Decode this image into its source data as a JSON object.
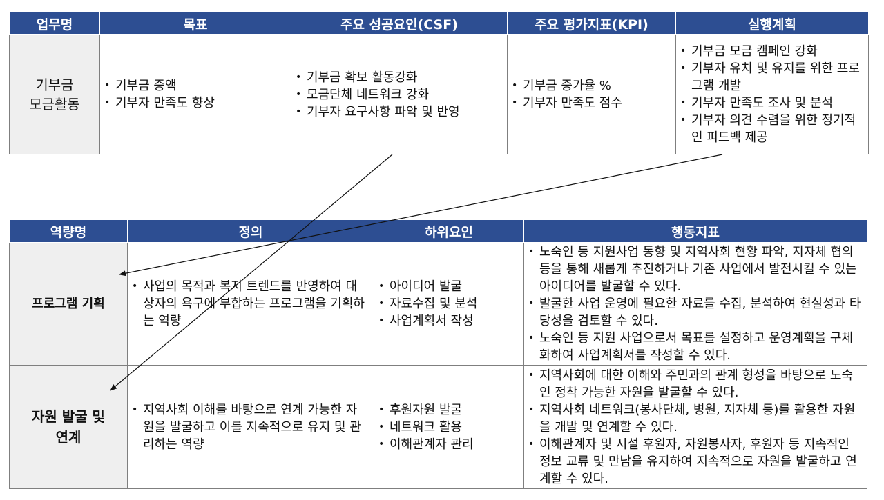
{
  "table1": {
    "headers": [
      "업무명",
      "목표",
      "주요 성공요인(CSF)",
      "주요 평가지표(KPI)",
      "실행계획"
    ],
    "row": {
      "task_line1": "기부금",
      "task_line2": "모금활동",
      "goals": [
        "기부금 증액",
        "기부자 만족도 향상"
      ],
      "csf": [
        "기부금 확보 활동강화",
        "모금단체 네트워크 강화",
        "기부자 요구사항 파악 및 반영"
      ],
      "kpi": [
        "기부금 증가율 %",
        "기부자 만족도 점수"
      ],
      "plans": [
        "기부금 모금 캠페인 강화",
        "기부자 유치 및 유지를 위한 프로그램 개발",
        "기부자 만족도 조사 및 분석",
        "기부자 의견 수렴을 위한 정기적인 피드백 제공"
      ]
    }
  },
  "table2": {
    "headers": [
      "역량명",
      "정의",
      "하위요인",
      "행동지표"
    ],
    "rows": [
      {
        "name": "프로그램 기획",
        "definition": "사업의 목적과 복지 트렌드를 반영하여 대상자의 욕구에 부합하는 프로그램을 기획하는 역량",
        "factors": [
          "아이디어 발굴",
          "자료수집 및 분석",
          "사업계획서 작성"
        ],
        "indicators": [
          "노숙인 등 지원사업 동향 및 지역사회 현황 파악, 지자체 협의 등을 통해 새롭게 추진하거나 기존 사업에서 발전시킬 수 있는 아이디어를 발굴할 수 있다.",
          "발굴한 사업 운영에 필요한 자료를 수집, 분석하여 현실성과 타당성을 검토할 수 있다.",
          "노숙인 등 지원 사업으로서 목표를 설정하고 운영계획을 구체화하여 사업계획서를 작성할 수 있다."
        ]
      },
      {
        "name_line1": "자원 발굴 및",
        "name_line2": "연계",
        "definition": "지역사회 이해를 바탕으로 연계 가능한 자원을 발굴하고 이를 지속적으로 유지 및 관리하는 역량",
        "factors": [
          "후원자원 발굴",
          "네트워크 활용",
          "이해관계자 관리"
        ],
        "indicators": [
          "지역사회에 대한 이해와 주민과의 관계 형성을 바탕으로 노숙인 정착 가능한 자원을 발굴할 수 있다.",
          "지역사회 네트워크(봉사단체, 병원, 지자체 등)를 활용한 자원을 개발 및 연계할 수 있다.",
          "이해관계자 및 시설 후원자, 자원봉사자, 후원자 등 지속적인 정보 교류 및 만남을 유지하여 지속적으로 자원을 발굴하고 연계할 수 있다."
        ]
      }
    ]
  },
  "colors": {
    "header_bg": "#2d4e92",
    "name_cell_bg": "#efefef",
    "border": "#7f7f7f"
  }
}
